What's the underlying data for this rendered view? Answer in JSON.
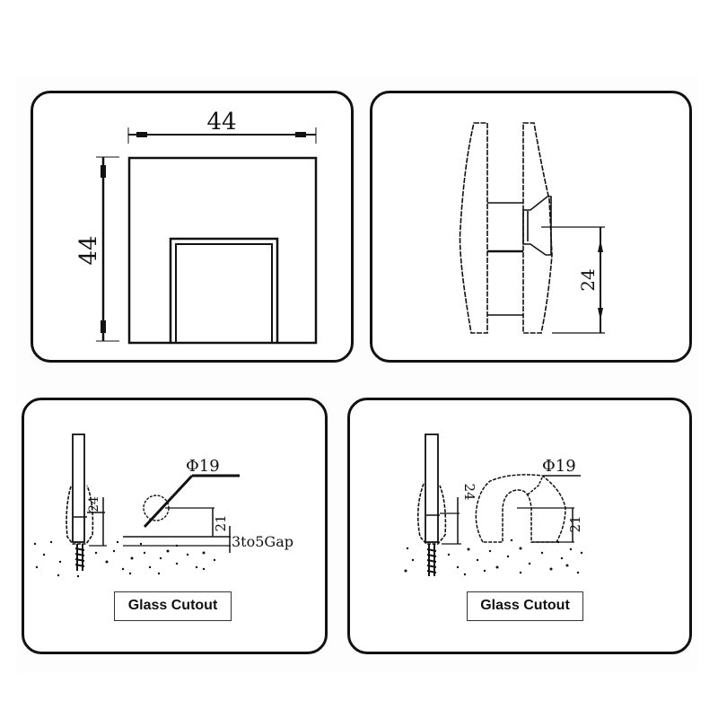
{
  "drawing": {
    "panels": [
      {
        "id": "top-view",
        "dimensions": {
          "width": "44",
          "height": "44"
        }
      },
      {
        "id": "side-view",
        "dimensions": {
          "bolt_height": "24"
        }
      },
      {
        "id": "installation-hole-cutout",
        "dimensions": {
          "hole_diameter": "Φ19",
          "hole_height": "21",
          "gap": "3to5Gap",
          "clamp_height": "24"
        },
        "caption": "Glass Cutout"
      },
      {
        "id": "installation-u-cutout",
        "dimensions": {
          "cutout_diameter": "Φ19",
          "cutout_height": "21",
          "clamp_height": "24"
        },
        "caption": "Glass Cutout"
      }
    ],
    "colors": {
      "line": "#111111",
      "background": "#ffffff",
      "border": "#111111"
    }
  }
}
